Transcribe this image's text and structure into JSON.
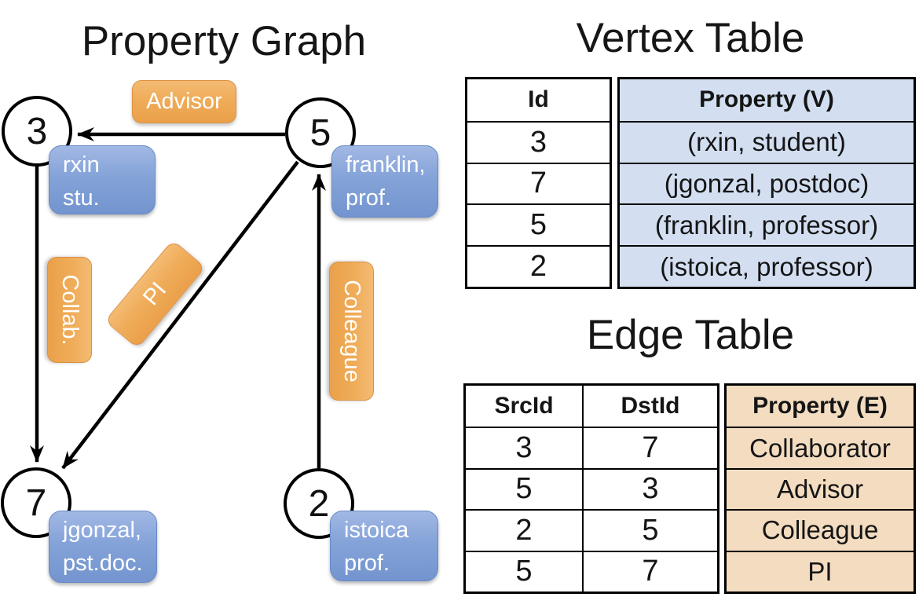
{
  "graph": {
    "title": "Property Graph",
    "nodes": [
      {
        "id": "3",
        "label_lines": [
          "rxin",
          "stu."
        ]
      },
      {
        "id": "5",
        "label_lines": [
          "franklin,",
          "prof."
        ]
      },
      {
        "id": "7",
        "label_lines": [
          "jgonzal,",
          "pst.doc."
        ]
      },
      {
        "id": "2",
        "label_lines": [
          "istoica",
          "prof."
        ]
      }
    ],
    "edge_labels": {
      "advisor": "Advisor",
      "collab": "Collab.",
      "pi": "PI",
      "colleague": "Colleague"
    }
  },
  "vertex_table": {
    "title": "Vertex Table",
    "columns": [
      "Id",
      "Property (V)"
    ],
    "rows": [
      [
        "3",
        "(rxin, student)"
      ],
      [
        "7",
        "(jgonzal, postdoc)"
      ],
      [
        "5",
        "(franklin, professor)"
      ],
      [
        "2",
        "(istoica, professor)"
      ]
    ]
  },
  "edge_table": {
    "title": "Edge Table",
    "columns": [
      "SrcId",
      "DstId",
      "Property (E)"
    ],
    "rows": [
      [
        "3",
        "7",
        "Collaborator"
      ],
      [
        "5",
        "3",
        "Advisor"
      ],
      [
        "2",
        "5",
        "Colleague"
      ],
      [
        "5",
        "7",
        "PI"
      ]
    ]
  },
  "colors": {
    "edge_label_fill": "#EFAC59",
    "edge_label_border": "#DA9145",
    "vertex_label_fill": "#84A3D8",
    "vertex_label_border": "#688BC7",
    "vertex_table_bg": "#D3DFF1",
    "edge_table_bg": "#F3DCC0",
    "line_color": "#000000"
  }
}
